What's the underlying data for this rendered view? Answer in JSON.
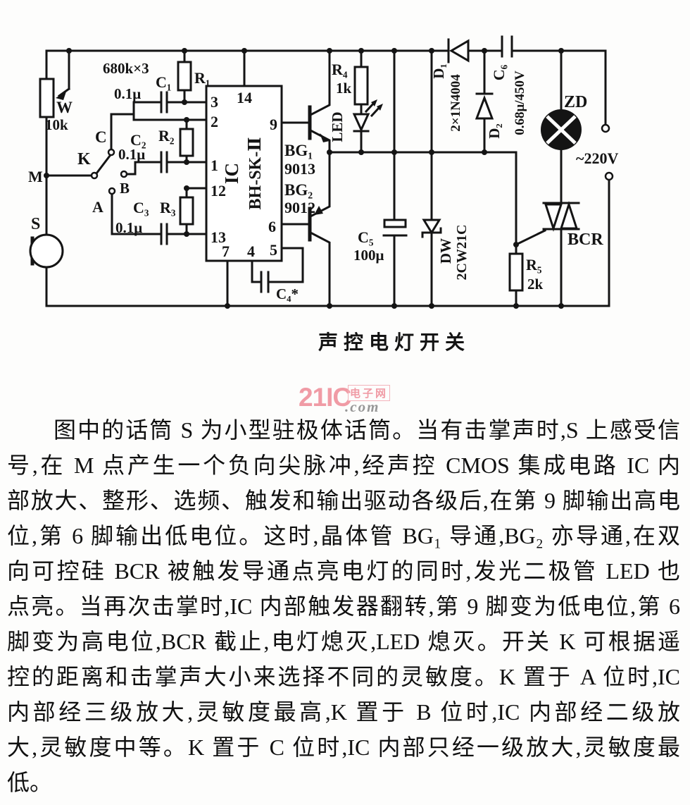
{
  "colors": {
    "ink": "#141414",
    "watermark_pink": "#f09ba5",
    "watermark_gray": "#979797"
  },
  "schematic": {
    "caption": "声控电灯开关",
    "labels": {
      "w": "W",
      "w_value": "10k",
      "m": "M",
      "k": "K",
      "pos_c": "C",
      "pos_b": "B",
      "pos_a": "A",
      "mic": "S",
      "r_group": "680k×3",
      "c1": "C₁",
      "c1_value": "0.1μ",
      "r1": "R₁",
      "c2": "C₂",
      "c2_value": "0.1μ",
      "r2": "R₂",
      "c3": "C₃",
      "c3_value": "0.1μ",
      "r3": "R₃",
      "ic_name": "IC",
      "ic_model": "BH-SK-Ⅱ",
      "pin3": "3",
      "pin2": "2",
      "pin1": "1",
      "pin12": "12",
      "pin13": "13",
      "pin14": "14",
      "pin7": "7",
      "pin4": "4",
      "pin5": "5",
      "pin6": "6",
      "pin9": "9",
      "c4": "C₄*",
      "bg1": "BG₁",
      "bg1_model": "9013",
      "bg2": "BG₂",
      "bg2_model": "9012",
      "r4": "R₄",
      "r4_value": "1k",
      "led": "LED",
      "c5": "C₅",
      "c5_value": "100μ",
      "dw": "DW",
      "dw_model": "2CW21C",
      "d1": "D₁",
      "d1_value": "2×1N4004",
      "d2": "D₂",
      "c6": "C₆",
      "c6_value": "0.68μ/450V",
      "zd": "ZD",
      "mains": "~220V",
      "bcr": "BCR",
      "r5": "R₅",
      "r5_value": "2k"
    }
  },
  "watermark": {
    "brand": "21IC",
    "site": "电子网",
    "domain": ".com"
  },
  "body": {
    "lines": [
      "图中的话筒 S 为小型驻极体话筒。当有击掌声时,S 上感受信",
      "号,在 M 点产生一个负向尖脉冲,经声控 CMOS 集成电路 IC 内",
      "部放大、整形、选频、触发和输出驱动各级后,在第 9 脚输出高电",
      "位,第 6 脚输出低电位。这时,晶体管 BG₁ 导通,BG₂ 亦导通,在双",
      "向可控硅 BCR 被触发导通点亮电灯的同时,发光二极管 LED 也",
      "点亮。当再次击掌时,IC 内部触发器翻转,第 9 脚变为低电位,第 6",
      "脚变为高电位,BCR 截止,电灯熄灭,LED 熄灭。开关 K 可根据遥",
      "控的距离和击掌声大小来选择不同的灵敏度。K 置于 A 位时,IC",
      "内部经三级放大,灵敏度最高,K 置于 B 位时,IC 内部经二级放",
      "大,灵敏度中等。K 置于 C 位时,IC 内部只经一级放大,灵敏度最",
      "低。"
    ]
  }
}
